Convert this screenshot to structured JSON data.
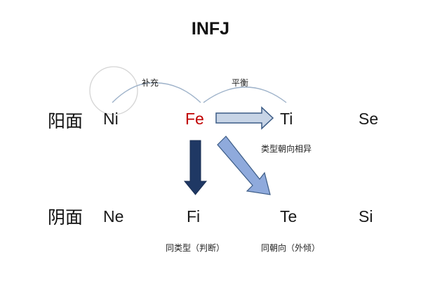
{
  "title": "INFJ",
  "rows": {
    "yang_label": "阳面",
    "yin_label": "阴面"
  },
  "yang": [
    "Ni",
    "Fe",
    "Ti",
    "Se"
  ],
  "yin": [
    "Ne",
    "Fi",
    "Te",
    "Si"
  ],
  "highlight_color": "#c00000",
  "arrow_colors": {
    "right": "#c7d4e6",
    "down": "#1f3864",
    "diagonal": "#8faadc"
  },
  "annotations": {
    "supplement": "补充",
    "balance": "平衡",
    "different_orientation": "类型朝向相异",
    "same_type": "同类型（判断）",
    "same_orientation": "同朝向（外倾）"
  }
}
